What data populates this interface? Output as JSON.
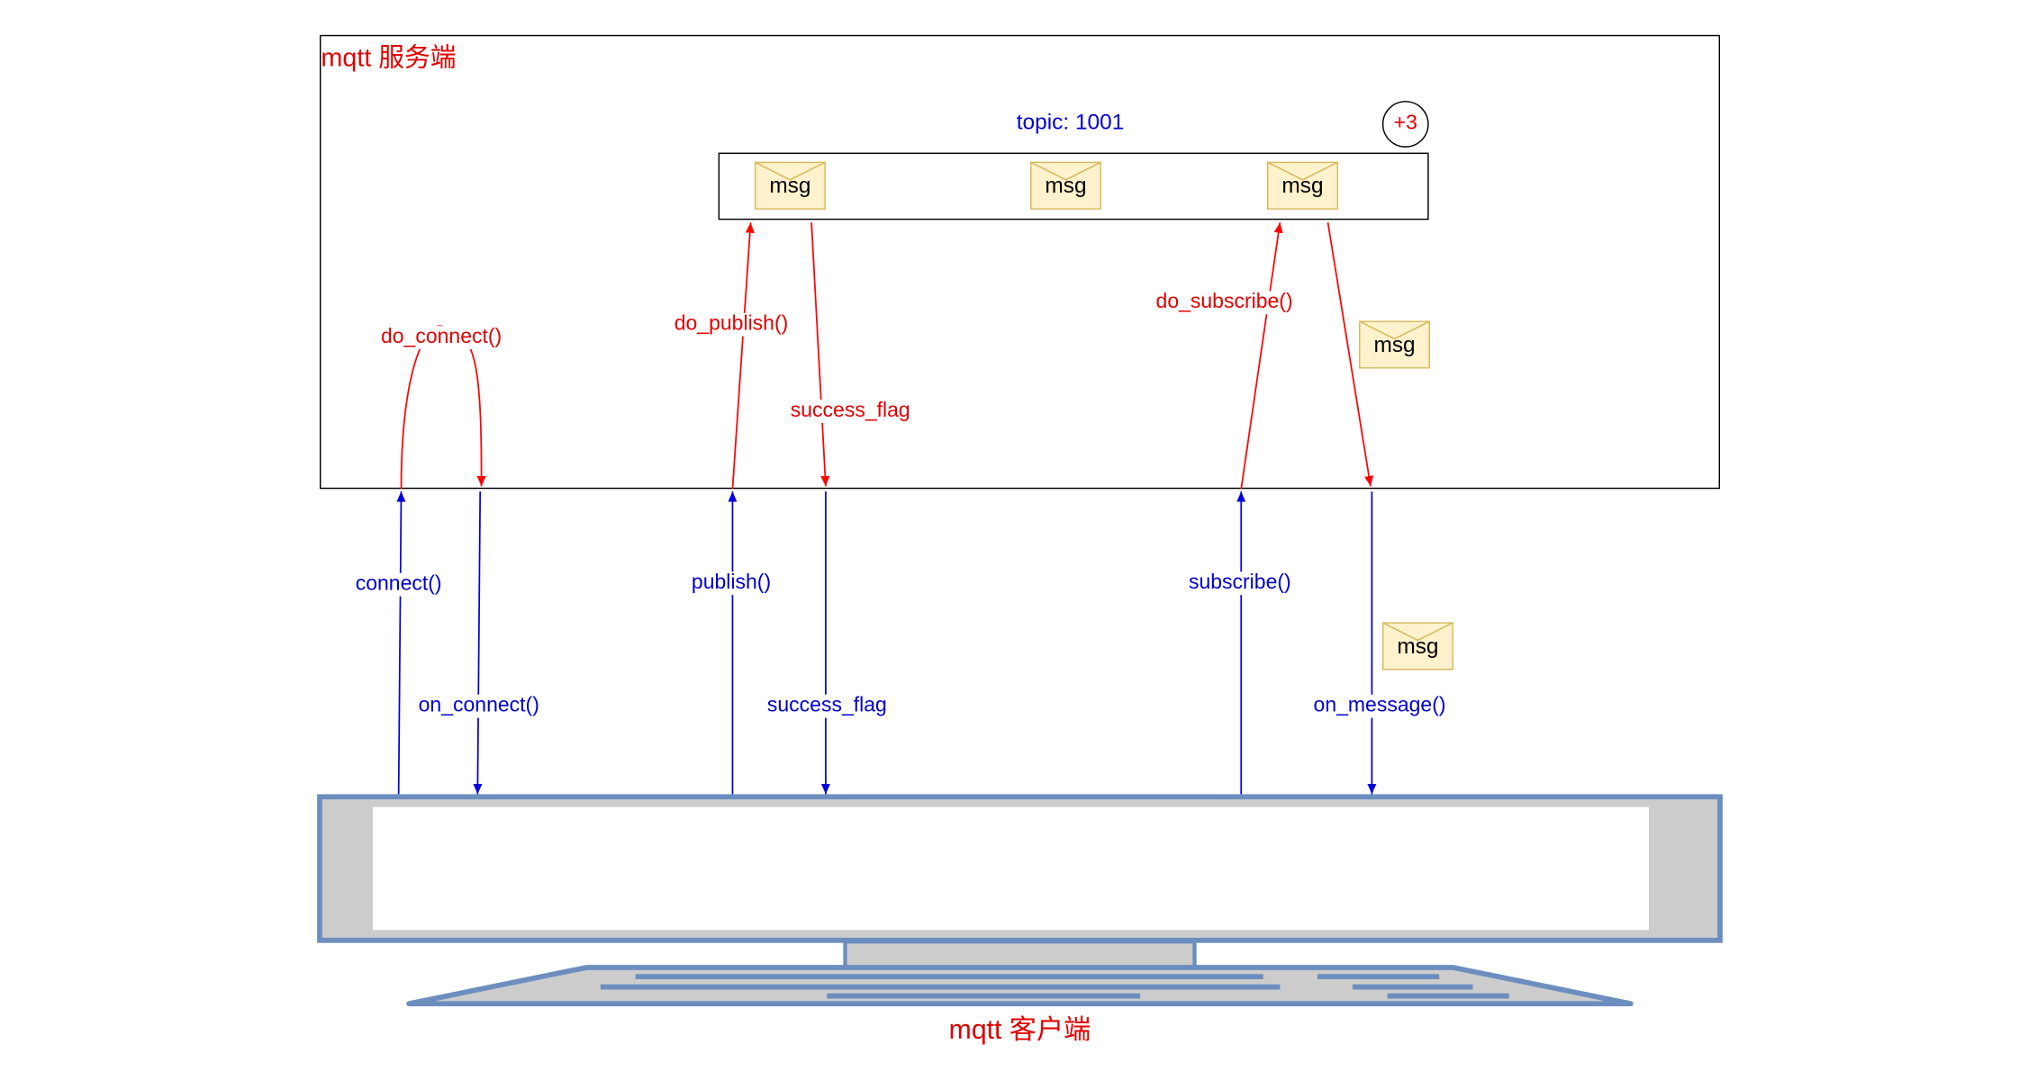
{
  "server": {
    "title": "mqtt 服务端"
  },
  "client": {
    "title": "mqtt 客户端"
  },
  "topic": {
    "label": "topic:  1001",
    "badge": "+3"
  },
  "message": {
    "label": "msg"
  },
  "server_calls": {
    "do_connect": "do_connect()",
    "do_publish": "do_publish()",
    "success_flag": "success_flag",
    "do_subscribe": "do_subscribe()"
  },
  "client_calls": {
    "connect": "connect()",
    "on_connect": "on_connect()",
    "publish": "publish()",
    "success_flag": "success_flag",
    "subscribe": "subscribe()",
    "on_message": "on_message()"
  },
  "colors": {
    "server_arrows": "#ff0000",
    "client_arrows": "#0000dd",
    "title_text": "#e00000",
    "message_fill": "#fff2cc",
    "message_stroke": "#d6b656",
    "computer_frame": "#6c8ebf",
    "computer_fill": "#cccccc"
  }
}
